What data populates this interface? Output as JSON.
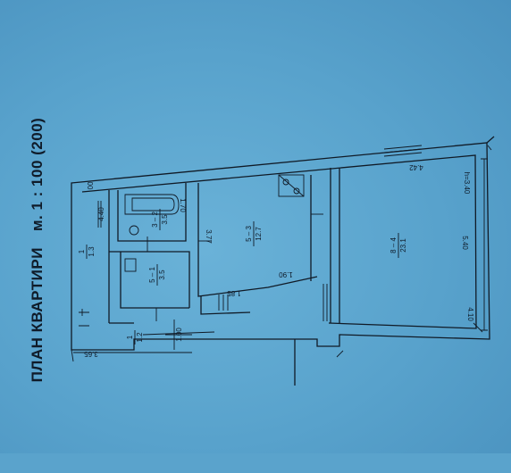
{
  "title": "ПЛАН КВАРТИРИ",
  "scale": "м. 1 : 100 (200)",
  "rooms": [
    {
      "number": "8 – 4",
      "area": "23.1"
    },
    {
      "number": "5 – 3",
      "area": "12.7"
    },
    {
      "number": "5 – 1",
      "area": "3.5"
    },
    {
      "number": "3 – 2",
      "area": "3.5"
    },
    {
      "number": "1",
      "area": "1.3"
    },
    {
      "number": "1",
      "area": "1.2"
    }
  ],
  "dimensions": {
    "top_right": "4.42",
    "height_right": "h=3.40",
    "room4_width": "5.40",
    "room4_side": "4.10",
    "room3_width": "3.77",
    "room3_diag": "1.90",
    "room3_bottom": "1.85",
    "wc_width": "1.70",
    "hall_length": "4.40",
    "entry_width": "1.00",
    "entry_length": "3.65"
  },
  "fixture_text": "00"
}
